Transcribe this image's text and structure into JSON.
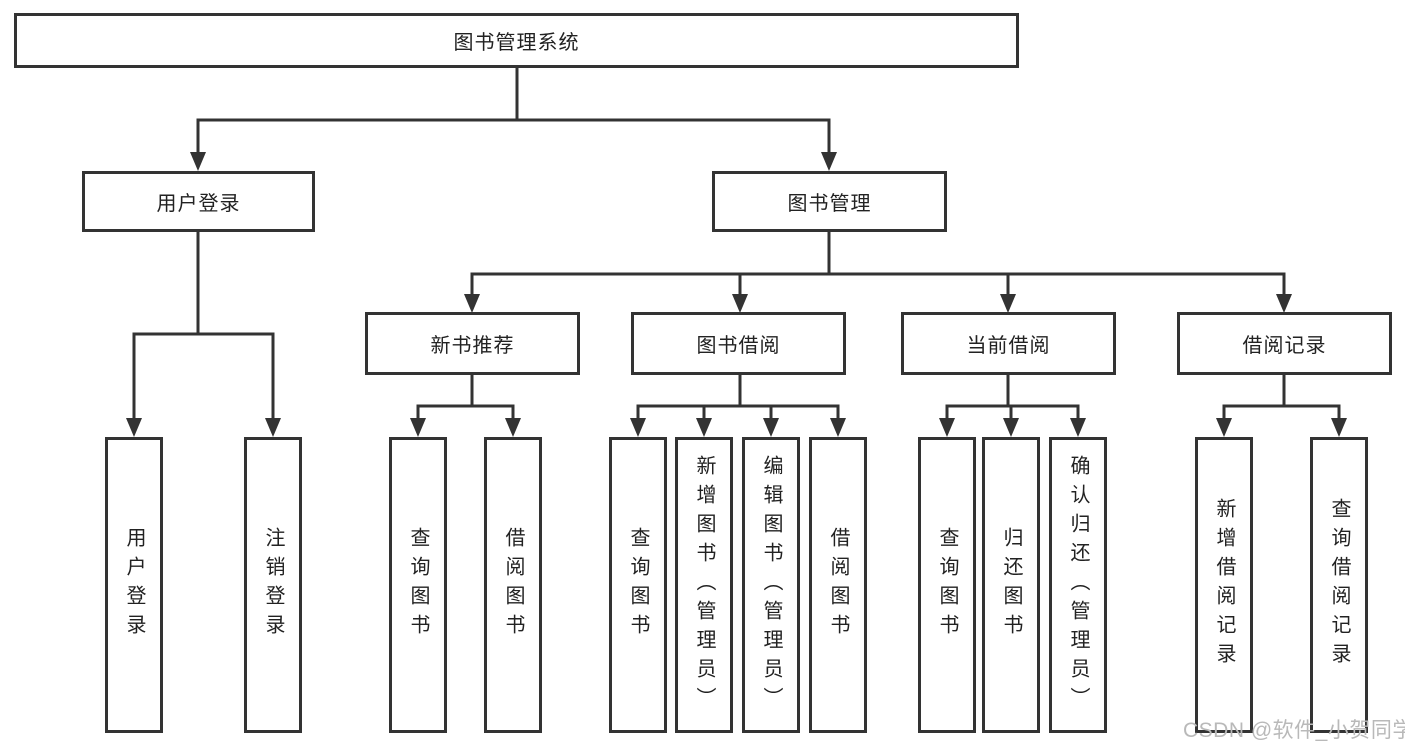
{
  "diagram": {
    "root": {
      "label": "图书管理系统"
    },
    "branches": [
      {
        "label": "用户登录",
        "children": [
          {
            "label": "用户登录"
          },
          {
            "label": "注销登录"
          }
        ]
      },
      {
        "label": "图书管理",
        "children": [
          {
            "label": "新书推荐",
            "children": [
              {
                "label": "查询图书"
              },
              {
                "label": "借阅图书"
              }
            ]
          },
          {
            "label": "图书借阅",
            "children": [
              {
                "label": "查询图书"
              },
              {
                "label": "新增图书（管理员）"
              },
              {
                "label": "编辑图书（管理员）"
              },
              {
                "label": "借阅图书"
              }
            ]
          },
          {
            "label": "当前借阅",
            "children": [
              {
                "label": "查询图书"
              },
              {
                "label": "归还图书"
              },
              {
                "label": "确认归还（管理员）"
              }
            ]
          },
          {
            "label": "借阅记录",
            "children": [
              {
                "label": "新增借阅记录"
              },
              {
                "label": "查询借阅记录"
              }
            ]
          }
        ]
      }
    ]
  },
  "watermark": {
    "text": "CSDN @软件_小贺同学"
  },
  "colors": {
    "line": "#333333",
    "text": "#222222",
    "background": "#ffffff",
    "watermark": "#b9b9b9"
  }
}
